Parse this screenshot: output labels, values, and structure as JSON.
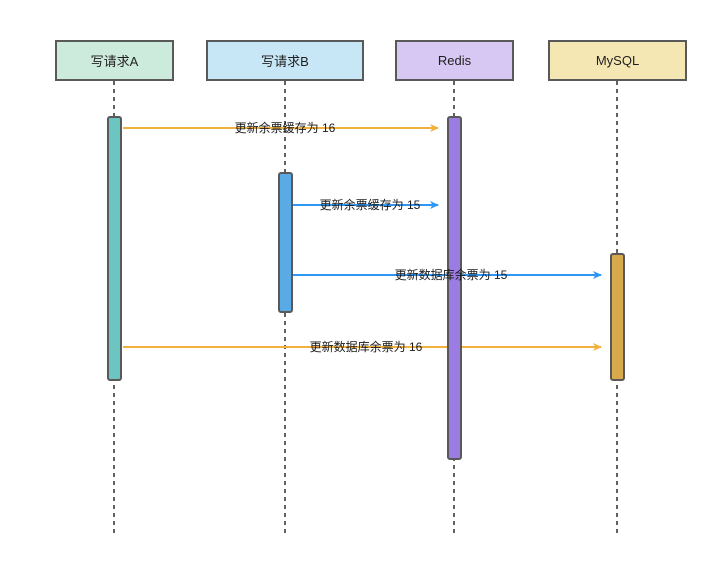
{
  "diagram_type": "sequence-diagram",
  "participants": [
    {
      "label": "写请求A",
      "header_color": "#cdebdc",
      "activation_color": "#6cc5c0"
    },
    {
      "label": "写请求B",
      "header_color": "#c7e6f6",
      "activation_color": "#5aaae6"
    },
    {
      "label": "Redis",
      "header_color": "#d6c8f2",
      "activation_color": "#9b7ce3"
    },
    {
      "label": "MySQL",
      "header_color": "#f5e7b4",
      "activation_color": "#d9a94d"
    }
  ],
  "messages": [
    {
      "label": "更新余票缓存为 16",
      "from": "写请求A",
      "to": "Redis",
      "color": "#f2b13c"
    },
    {
      "label": "更新余票缓存为 15",
      "from": "写请求B",
      "to": "Redis",
      "color": "#2e96f5"
    },
    {
      "label": "更新数据库余票为 15",
      "from": "写请求B",
      "to": "MySQL",
      "color": "#2e96f5"
    },
    {
      "label": "更新数据库余票为 16",
      "from": "写请求A",
      "to": "MySQL",
      "color": "#f2b13c"
    }
  ],
  "colors": {
    "border": "#595959",
    "lifeline": "#616161",
    "background": "#ffffff",
    "text": "#1a1a1a"
  }
}
